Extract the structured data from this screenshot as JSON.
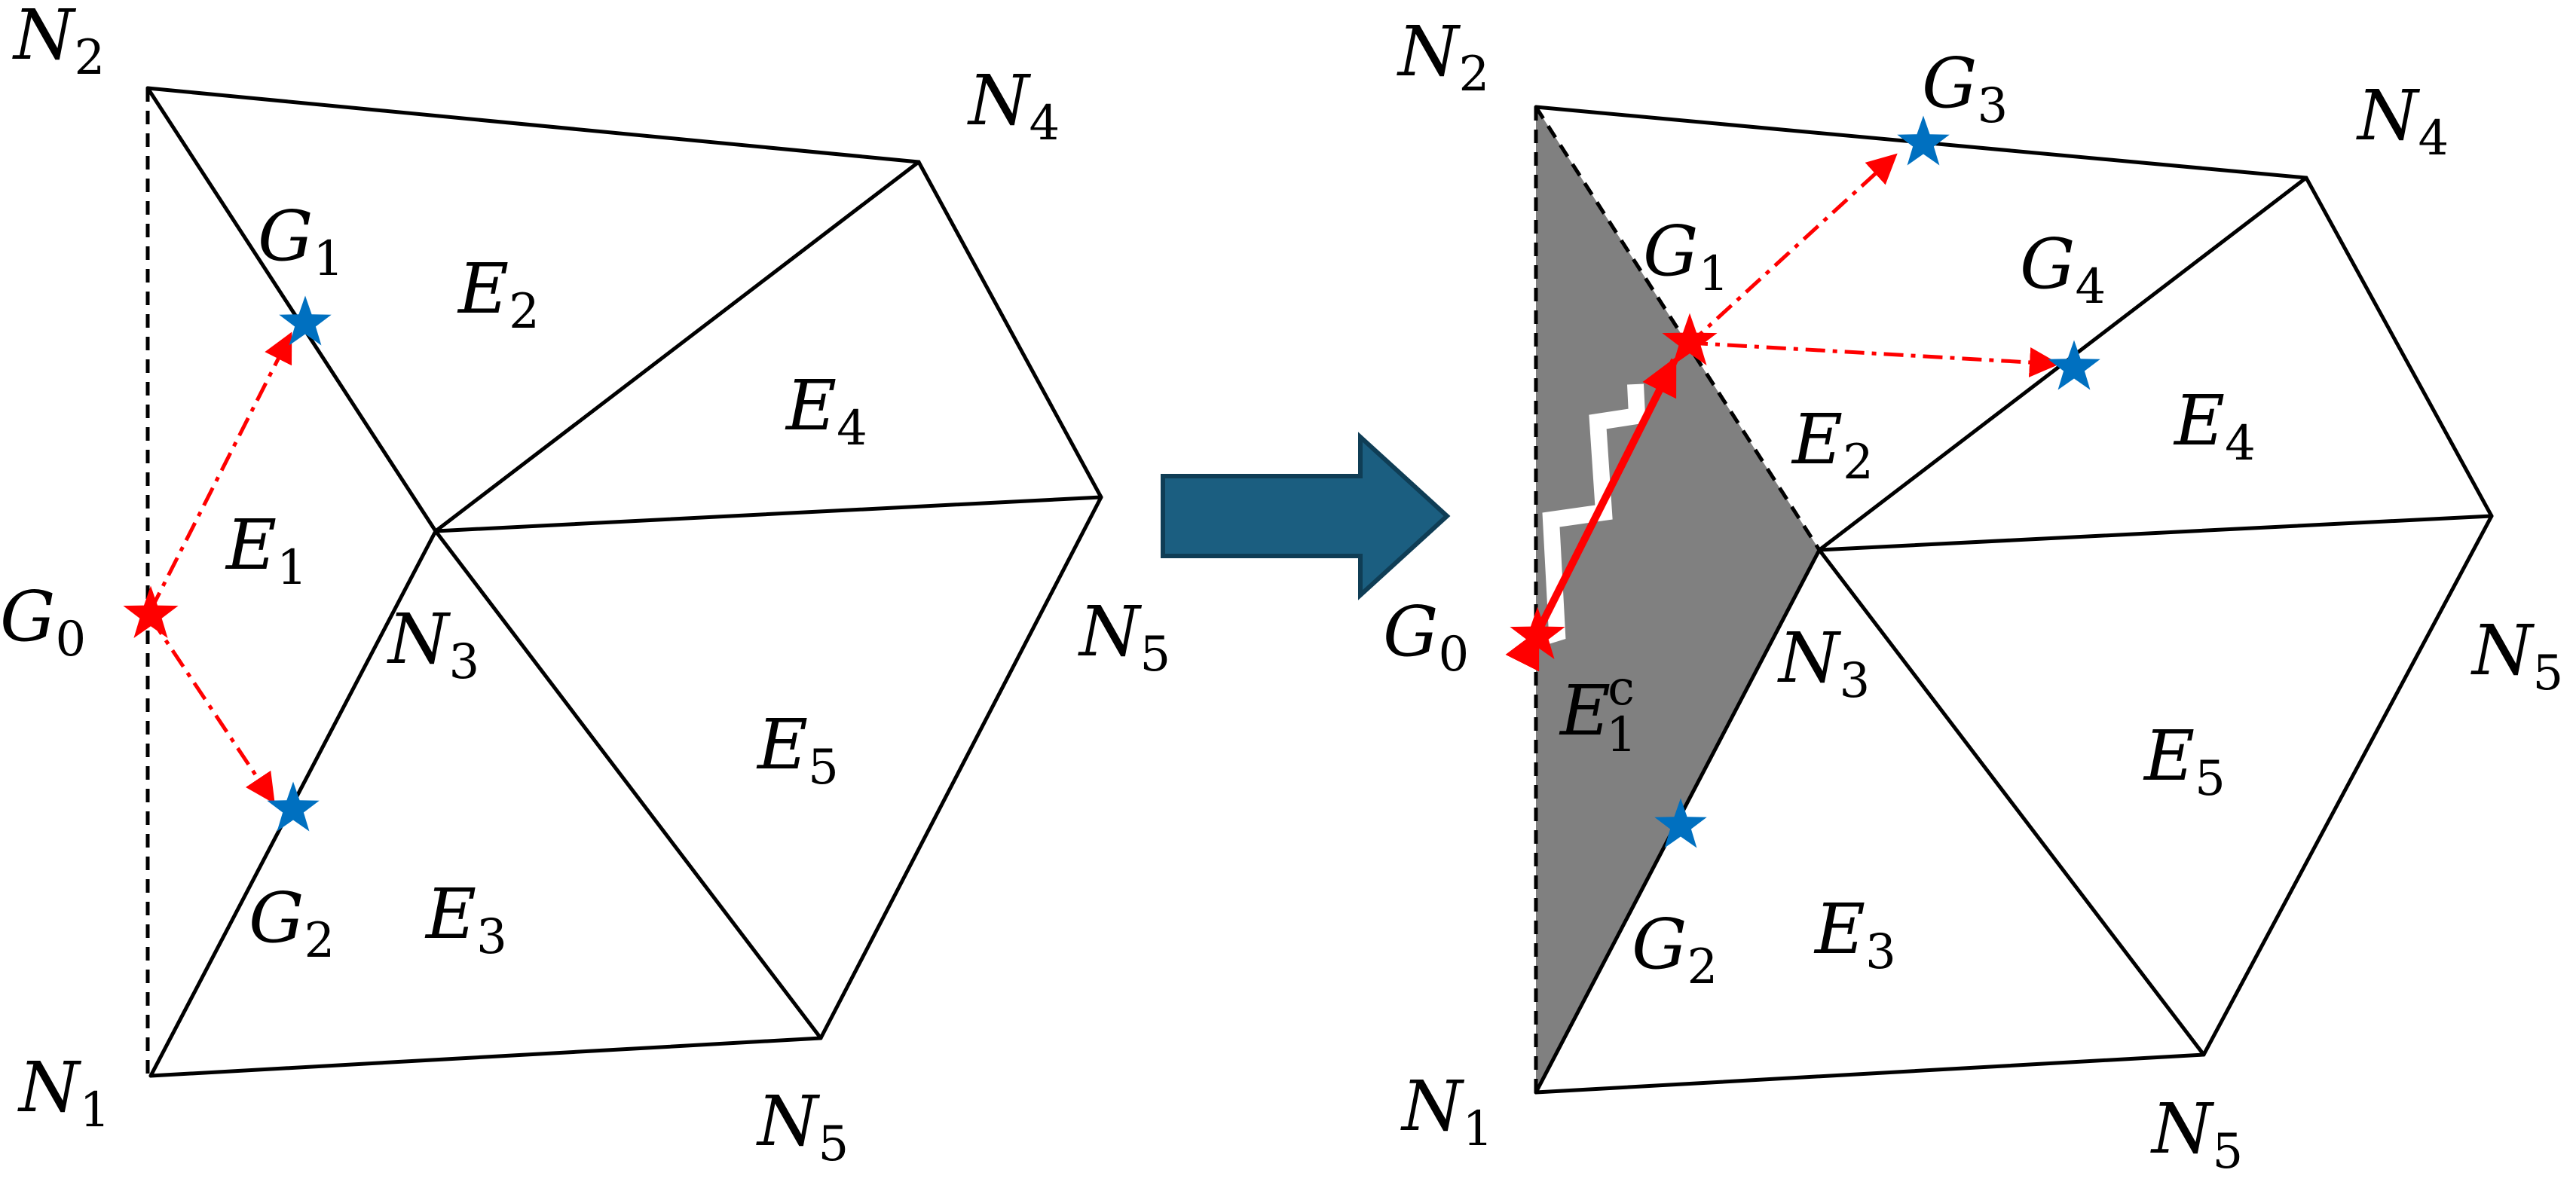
{
  "left_panel": {
    "nodes": {
      "n1": {
        "main": "N",
        "sub": "1"
      },
      "n2": {
        "main": "N",
        "sub": "2"
      },
      "n3": {
        "main": "N",
        "sub": "3"
      },
      "n4": {
        "main": "N",
        "sub": "4"
      },
      "n5a": {
        "main": "N",
        "sub": "5"
      },
      "n5b": {
        "main": "N",
        "sub": "5"
      }
    },
    "points": {
      "g0": {
        "main": "G",
        "sub": "0"
      },
      "g1": {
        "main": "G",
        "sub": "1"
      },
      "g2": {
        "main": "G",
        "sub": "2"
      }
    },
    "elements": {
      "e1": {
        "main": "E",
        "sub": "1"
      },
      "e2": {
        "main": "E",
        "sub": "2"
      },
      "e3": {
        "main": "E",
        "sub": "3"
      },
      "e4": {
        "main": "E",
        "sub": "4"
      },
      "e5": {
        "main": "E",
        "sub": "5"
      }
    }
  },
  "right_panel": {
    "nodes": {
      "n1": {
        "main": "N",
        "sub": "1"
      },
      "n2": {
        "main": "N",
        "sub": "2"
      },
      "n3": {
        "main": "N",
        "sub": "3"
      },
      "n4": {
        "main": "N",
        "sub": "4"
      },
      "n5a": {
        "main": "N",
        "sub": "5"
      },
      "n5b": {
        "main": "N",
        "sub": "5"
      }
    },
    "points": {
      "g0": {
        "main": "G",
        "sub": "0"
      },
      "g1": {
        "main": "G",
        "sub": "1"
      },
      "g2": {
        "main": "G",
        "sub": "2"
      },
      "g3": {
        "main": "G",
        "sub": "3"
      },
      "g4": {
        "main": "G",
        "sub": "4"
      }
    },
    "elements": {
      "e1c": {
        "main": "E",
        "sub": "1",
        "sup": "c"
      },
      "e2": {
        "main": "E",
        "sub": "2"
      },
      "e3": {
        "main": "E",
        "sub": "3"
      },
      "e4": {
        "main": "E",
        "sub": "4"
      },
      "e5": {
        "main": "E",
        "sub": "5"
      }
    }
  },
  "colors": {
    "edge": "#000000",
    "flow": "#ff0000",
    "source_star": "#ff0000",
    "ghost_star": "#0070c0",
    "shaded_cell": "#808080",
    "arrow_fill": "#1b5e80",
    "arrow_stroke": "#0f3d55"
  },
  "icons": {
    "source_marker": "star-icon",
    "ghost_marker": "star-icon",
    "transition_arrow": "right-arrow-icon"
  }
}
